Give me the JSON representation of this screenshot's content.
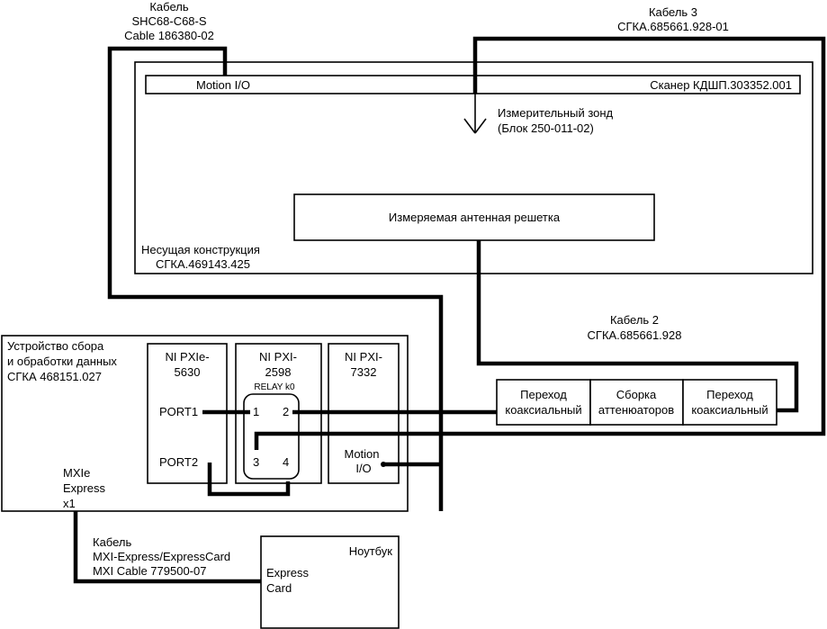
{
  "cables": {
    "cable_top_left": {
      "line1": "Кабель",
      "line2": "SHC68-C68-S",
      "line3": "Cable 186380-02"
    },
    "cable_3": {
      "line1": "Кабель 3",
      "line2": "СГКА.685661.928-01"
    },
    "cable_2": {
      "line1": "Кабель 2",
      "line2": "СГКА.685661.928"
    },
    "cable_mxi": {
      "line1": "Кабель",
      "line2": "MXI-Express/ExpressCard",
      "line3": "MXI Cable 779500-07"
    }
  },
  "scanner": {
    "motion_label": "Motion I/O",
    "name": "Сканер КДШП.303352.001"
  },
  "probe": {
    "line1": "Измерительный зонд",
    "line2": "(Блок 250-011-02)"
  },
  "antenna": {
    "label": "Измеряемая антенная решетка"
  },
  "support": {
    "line1": "Несущая конструкция",
    "line2": "СГКА.469143.425"
  },
  "daq": {
    "line1": "Устройство сбора",
    "line2": "и обработки данных",
    "line3": "СГКА 468151.027",
    "mxie_line1": "MXIe",
    "mxie_line2": "Express",
    "mxie_line3": "x1"
  },
  "module_5630": {
    "line1": "NI PXIe-",
    "line2": "5630",
    "port1": "PORT1",
    "port2": "PORT2"
  },
  "module_2598": {
    "line1": "NI PXI-",
    "line2": "2598",
    "relay": "RELAY k0",
    "p1": "1",
    "p2": "2",
    "p3": "3",
    "p4": "4"
  },
  "module_7332": {
    "line1": "NI PXI-",
    "line2": "7332",
    "motion_line1": "Motion",
    "motion_line2": "I/O"
  },
  "coax": {
    "left_line1": "Переход",
    "left_line2": "коаксиальный",
    "mid_line1": "Сборка",
    "mid_line2": "аттенюаторов",
    "right_line1": "Переход",
    "right_line2": "коаксиальный"
  },
  "laptop": {
    "title": "Ноутбук",
    "line1": "Express",
    "line2": "Card"
  }
}
